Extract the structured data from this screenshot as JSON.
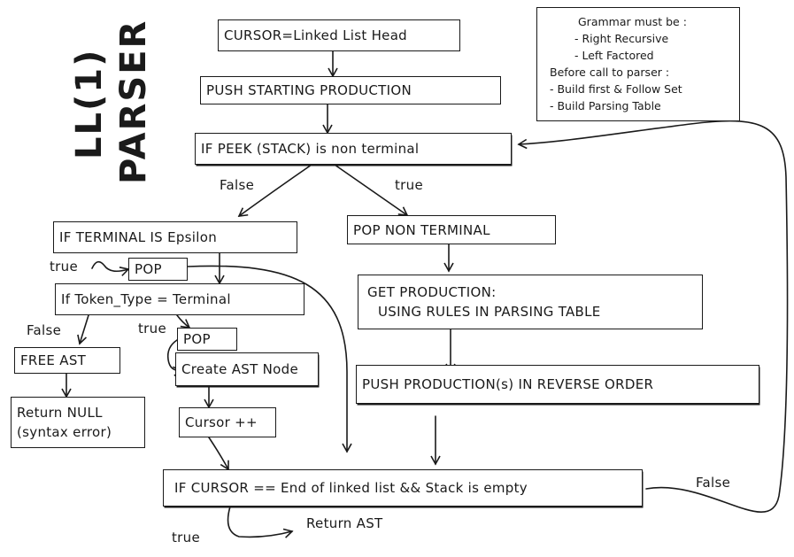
{
  "title": {
    "line1": "LL(1)",
    "line2": "PARSER"
  },
  "notes": {
    "line1": "Grammar must be :",
    "line2": "- Right Recursive",
    "line3": "- Left Factored",
    "line4": "Before call to parser :",
    "line5": "- Build first & Follow Set",
    "line6": "- Build Parsing Table"
  },
  "nodes": {
    "cursor_init": "CURSOR=Linked List Head",
    "push_start": "PUSH STARTING PRODUCTION",
    "if_peek": "IF PEEK (STACK) is non terminal",
    "if_epsilon": "IF TERMINAL IS Epsilon",
    "pop_nonterminal": "POP NON TERMINAL",
    "pop_epsilon": "POP",
    "if_token_type": "If Token_Type = Terminal",
    "get_production_1": "GET PRODUCTION:",
    "get_production_2": "USING RULES IN PARSING TABLE",
    "free_ast": "FREE AST",
    "pop_terminal": "POP",
    "create_ast": "Create AST Node",
    "push_production": "PUSH PRODUCTION(s) IN REVERSE ORDER",
    "return_null_1": "Return NULL",
    "return_null_2": "(syntax error)",
    "cursor_inc": "Cursor ++",
    "if_cursor_end": "IF CURSOR == End of linked list && Stack is empty",
    "return_ast": "Return AST"
  },
  "edge_labels": {
    "peek_false": "False",
    "peek_true": "true",
    "epsilon_true": "true",
    "token_false": "False",
    "token_true": "true",
    "end_false": "False",
    "end_true": "true"
  }
}
